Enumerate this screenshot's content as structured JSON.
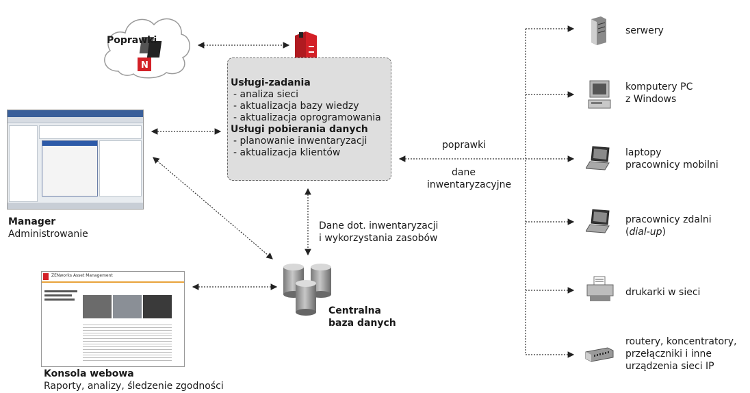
{
  "cloud": {
    "label": "Poprawki"
  },
  "services": {
    "title1": "Usługi-zadania",
    "items1": [
      "- analiza sieci",
      "- aktualizacja bazy wiedzy",
      "- aktualizacja oprogramowania"
    ],
    "title2": "Usługi pobierania danych",
    "items2": [
      "- planowanie inwentaryzacji",
      "- aktualizacja klientów"
    ]
  },
  "manager": {
    "title": "Manager",
    "subtitle": "Administrowanie"
  },
  "console": {
    "title": "Konsola webowa",
    "subtitle": "Raporty, analizy, śledzenie zgodności",
    "screen_title": "ZENworks Asset Management"
  },
  "database": {
    "line1": "Centralna",
    "line2": "baza danych"
  },
  "db_link_label": {
    "line1": "Dane dot. inwentaryzacji",
    "line2": "i wykorzystania zasobów"
  },
  "net_labels": {
    "patches": "poprawki",
    "inventory1": "dane",
    "inventory2": "inwentaryzacyjne"
  },
  "devices": [
    {
      "icon": "server-icon",
      "line1": "serwery",
      "line2": "",
      "italic": "",
      "line2_suffix": "",
      "line3": ""
    },
    {
      "icon": "desktop-pc-icon",
      "line1": "komputery PC",
      "line2": "z Windows",
      "italic": "",
      "line2_suffix": "",
      "line3": ""
    },
    {
      "icon": "laptop-icon",
      "line1": "laptopy",
      "line2": "pracownicy mobilni",
      "italic": "",
      "line2_suffix": "",
      "line3": ""
    },
    {
      "icon": "laptop-icon",
      "line1": "pracownicy zdalni",
      "line2": "(",
      "italic": "dial-up",
      "line2_suffix": ")",
      "line3": ""
    },
    {
      "icon": "printer-icon",
      "line1": "drukarki w sieci",
      "line2": "",
      "italic": "",
      "line2_suffix": "",
      "line3": ""
    },
    {
      "icon": "router-icon",
      "line1": "routery, koncentratory,",
      "line2": "przełączniki i inne",
      "italic": "",
      "line2_suffix": "",
      "line3": "urządzenia sieci IP"
    }
  ],
  "colors": {
    "accent_red": "#d32027",
    "box_gray": "#dedede",
    "line": "#333333"
  }
}
